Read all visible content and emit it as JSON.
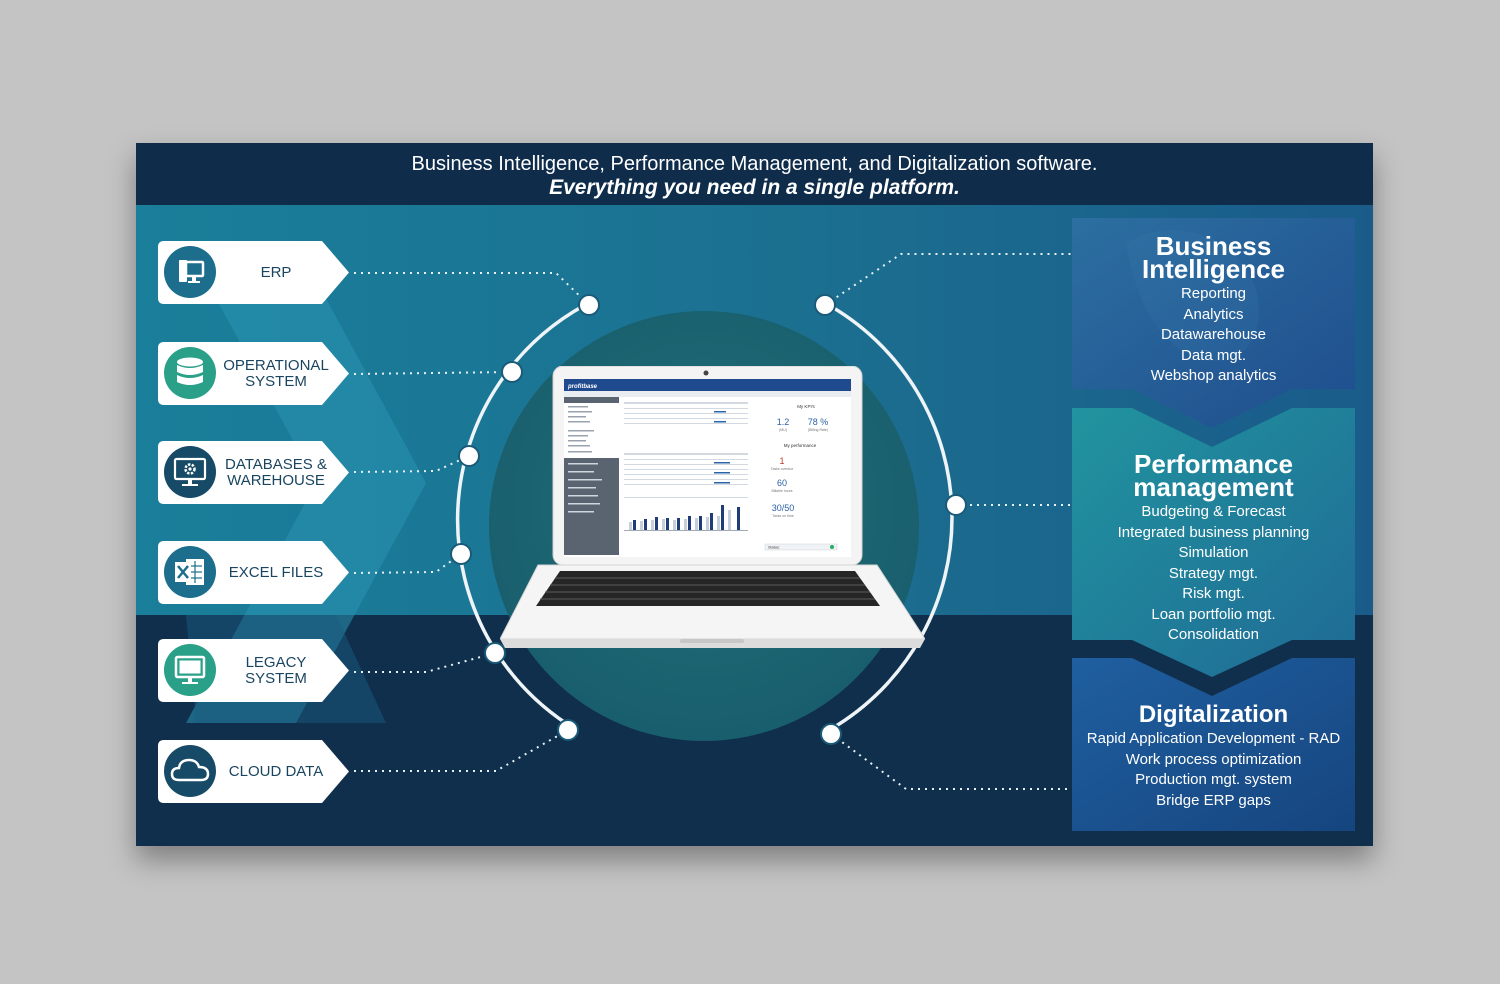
{
  "header": {
    "line1": "Business Intelligence, Performance Management, and Digitalization software.",
    "line2": "Everything you need in a single platform."
  },
  "sources": [
    {
      "label": "ERP",
      "icon": "monitor-tower-icon",
      "color": "#1c6e8c"
    },
    {
      "label": "OPERATIONAL\nSYSTEM",
      "icon": "database-icon",
      "color": "#2aa088"
    },
    {
      "label": "DATABASES &\nWAREHOUSE",
      "icon": "monitor-gear-icon",
      "color": "#174a66"
    },
    {
      "label": "EXCEL FILES",
      "icon": "excel-icon",
      "color": "#1c6e8c"
    },
    {
      "label": "LEGACY\nSYSTEM",
      "icon": "monitor-icon",
      "color": "#2aa088"
    },
    {
      "label": "CLOUD DATA",
      "icon": "cloud-icon",
      "color": "#174a66"
    }
  ],
  "panels": [
    {
      "title": "Business\nIntelligence",
      "items": [
        "Reporting",
        "Analytics",
        "Datawarehouse",
        "Data mgt.",
        "Webshop analytics"
      ]
    },
    {
      "title": "Performance\nmanagement",
      "items": [
        "Budgeting & Forecast",
        "Integrated business planning",
        "Simulation",
        "Strategy mgt.",
        "Risk mgt.",
        "Loan portfolio mgt.",
        "Consolidation"
      ]
    },
    {
      "title": "Digitalization",
      "items": [
        "Rapid Application Development - RAD",
        "Work process optimization",
        "Production mgt. system",
        "Bridge ERP gaps"
      ]
    }
  ],
  "laptop_screen": {
    "app_name": "profitbase",
    "kpi_title": "My KPI's",
    "kpi1_value": "1.2",
    "kpi1_label": "(MU)",
    "kpi2_value": "78 %",
    "kpi2_label": "(Billing Rate)",
    "perf_title": "My performance",
    "perf1_value": "1",
    "perf1_label": "Tasks overdue",
    "perf2_value": "60",
    "perf2_label": "Billable hours",
    "perf3_value": "30/50",
    "perf3_label": "Tasks on time",
    "status_label": "Status:"
  },
  "colors": {
    "header_bg": "#0f2d4b",
    "teal": "#1c6e8c",
    "green": "#2aa088",
    "navy": "#174a66",
    "panel_blue": "#1f5b99",
    "panel_teal": "#1f8398"
  }
}
